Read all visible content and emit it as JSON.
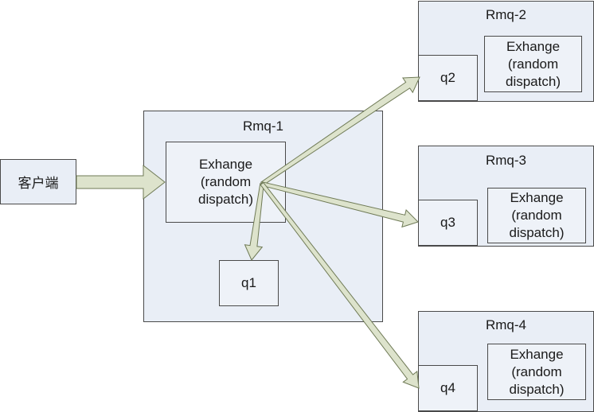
{
  "client": {
    "label": "客户端"
  },
  "rmq1": {
    "title": "Rmq-1",
    "exchange": {
      "line1": "Exhange",
      "line2": "(random",
      "line3": "dispatch)"
    },
    "queue": "q1"
  },
  "rmq2": {
    "title": "Rmq-2",
    "exchange": {
      "line1": "Exhange",
      "line2": "(random",
      "line3": "dispatch)"
    },
    "queue": "q2"
  },
  "rmq3": {
    "title": "Rmq-3",
    "exchange": {
      "line1": "Exhange",
      "line2": "(random",
      "line3": "dispatch)"
    },
    "queue": "q3"
  },
  "rmq4": {
    "title": "Rmq-4",
    "exchange": {
      "line1": "Exhange",
      "line2": "(random",
      "line3": "dispatch)"
    },
    "queue": "q4"
  },
  "colors": {
    "box_fill": "#e9eef6",
    "box_border": "#4a4a4a",
    "arrow_fill": "#dde3cc",
    "arrow_stroke": "#6f7a56"
  }
}
